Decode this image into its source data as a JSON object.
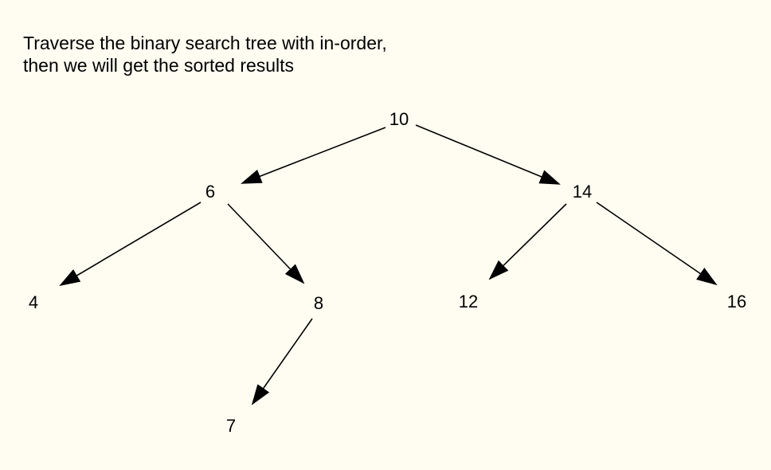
{
  "caption": {
    "line1": "Traverse the binary search tree with in-order,",
    "line2": "then we will get the sorted results"
  },
  "tree": {
    "nodes": [
      {
        "id": "n10",
        "label": "10"
      },
      {
        "id": "n6",
        "label": "6"
      },
      {
        "id": "n14",
        "label": "14"
      },
      {
        "id": "n4",
        "label": "4"
      },
      {
        "id": "n8",
        "label": "8"
      },
      {
        "id": "n12",
        "label": "12"
      },
      {
        "id": "n16",
        "label": "16"
      },
      {
        "id": "n7",
        "label": "7"
      }
    ],
    "edges": [
      {
        "from": "n10",
        "to": "n6"
      },
      {
        "from": "n10",
        "to": "n14"
      },
      {
        "from": "n6",
        "to": "n4"
      },
      {
        "from": "n6",
        "to": "n8"
      },
      {
        "from": "n14",
        "to": "n12"
      },
      {
        "from": "n14",
        "to": "n16"
      },
      {
        "from": "n8",
        "to": "n7"
      }
    ]
  },
  "colors": {
    "background": "#fffdf1",
    "ink": "#000000"
  }
}
